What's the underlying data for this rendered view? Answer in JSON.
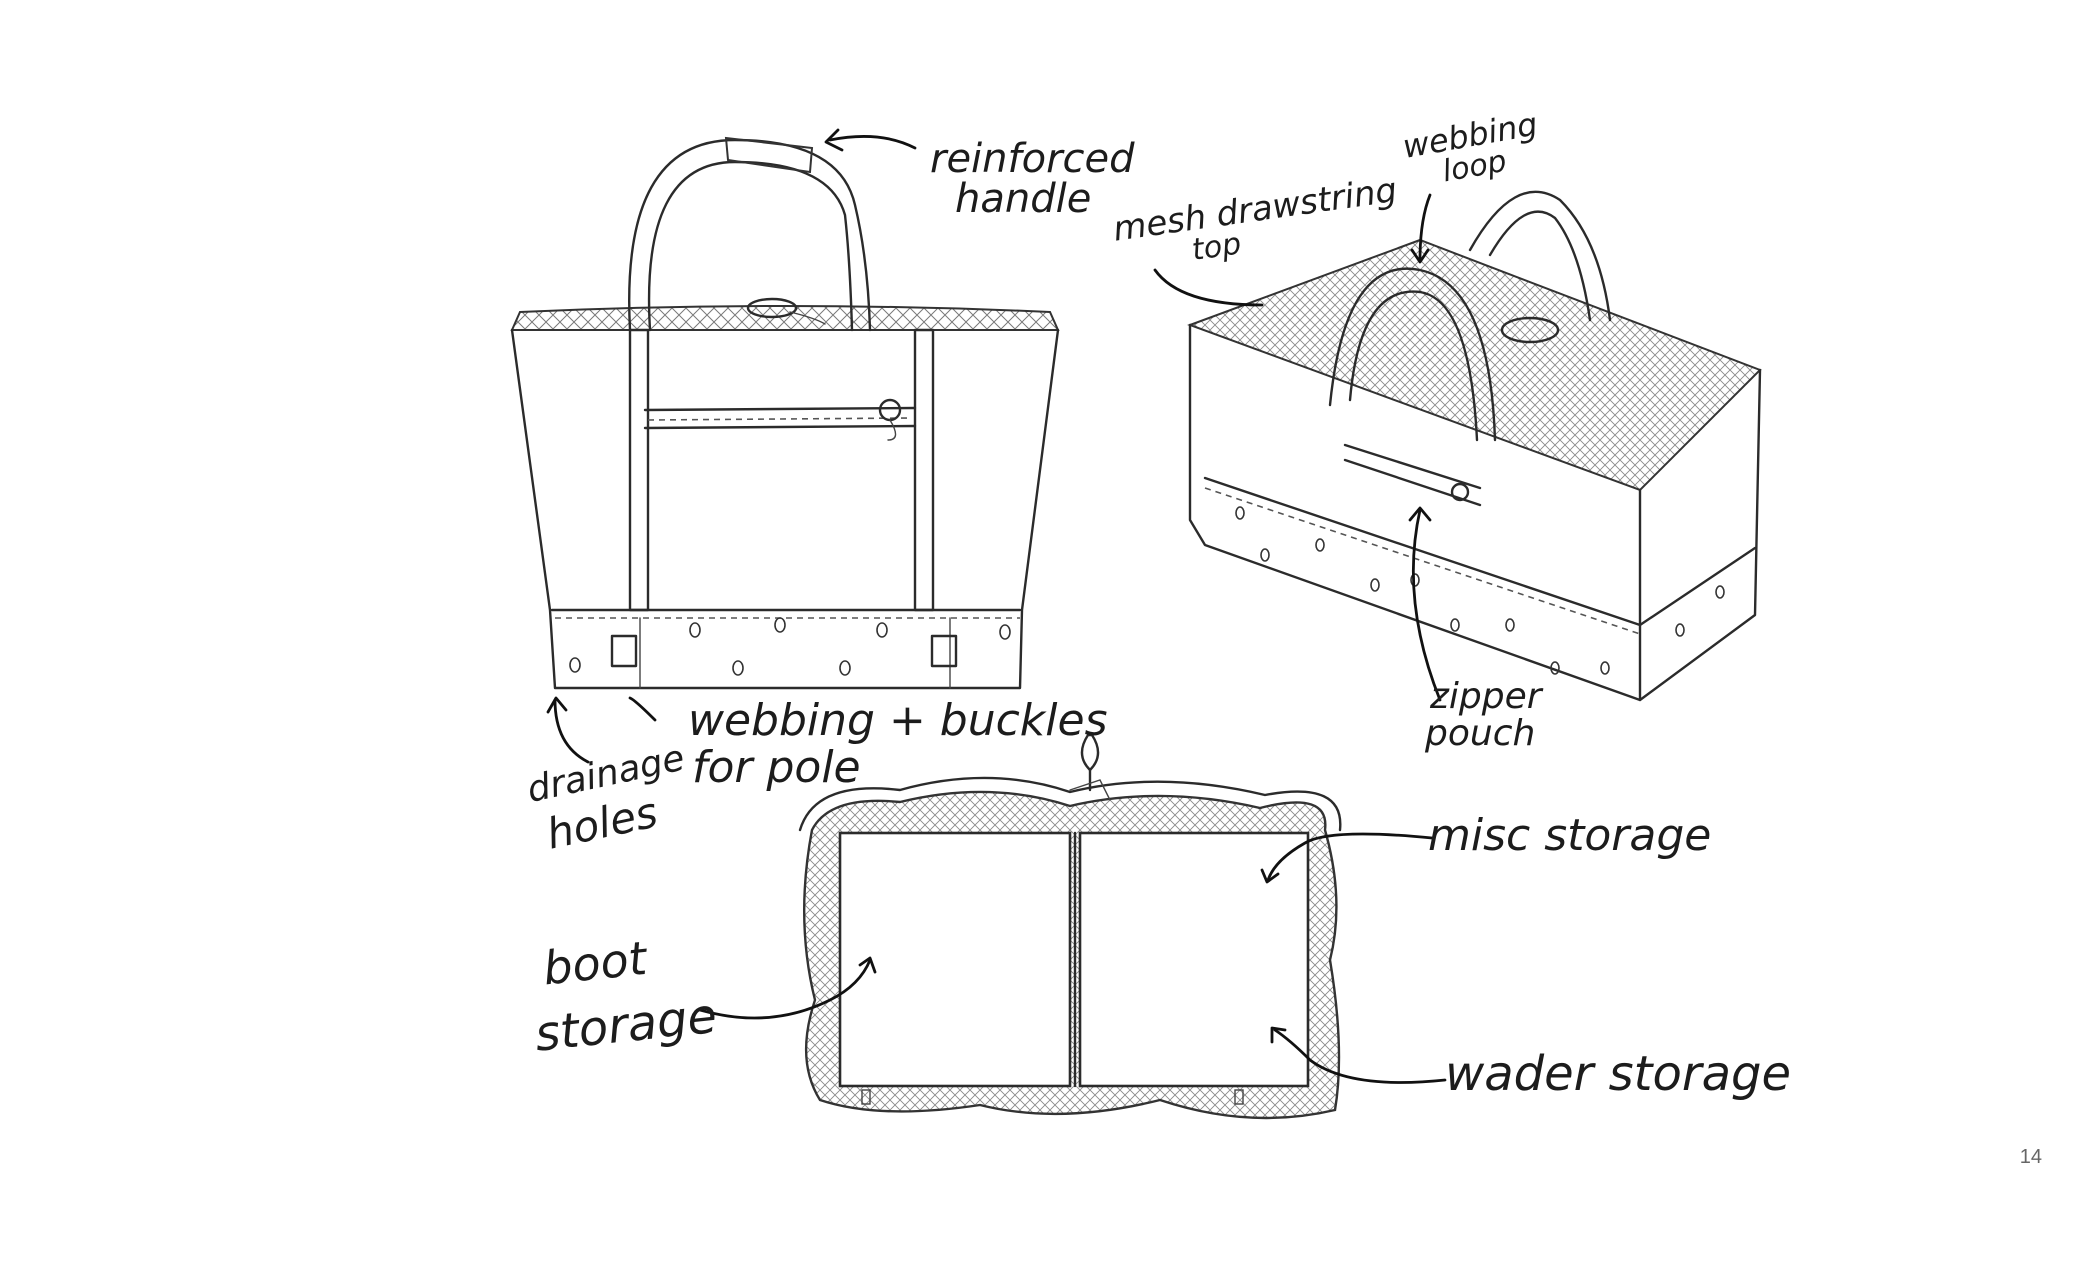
{
  "page_number": "14",
  "annotations": {
    "reinforced_handle": [
      "reinforced",
      "handle"
    ],
    "webbing_buckles": [
      "webbing + buckles",
      "for pole"
    ],
    "drainage_holes": [
      "drainage",
      "holes"
    ],
    "mesh_drawstring_top": [
      "mesh drawstring",
      "top"
    ],
    "webbing_loop": [
      "webbing",
      "loop"
    ],
    "zipper_pouch": [
      "zipper",
      "pouch"
    ],
    "misc_storage": [
      "misc storage"
    ],
    "boot_storage": [
      "boot",
      "storage"
    ],
    "wader_storage": [
      "wader storage"
    ]
  },
  "colors": {
    "ink": "#1c1c1c",
    "line": "#2b2b2b",
    "page_number": "#666666"
  }
}
